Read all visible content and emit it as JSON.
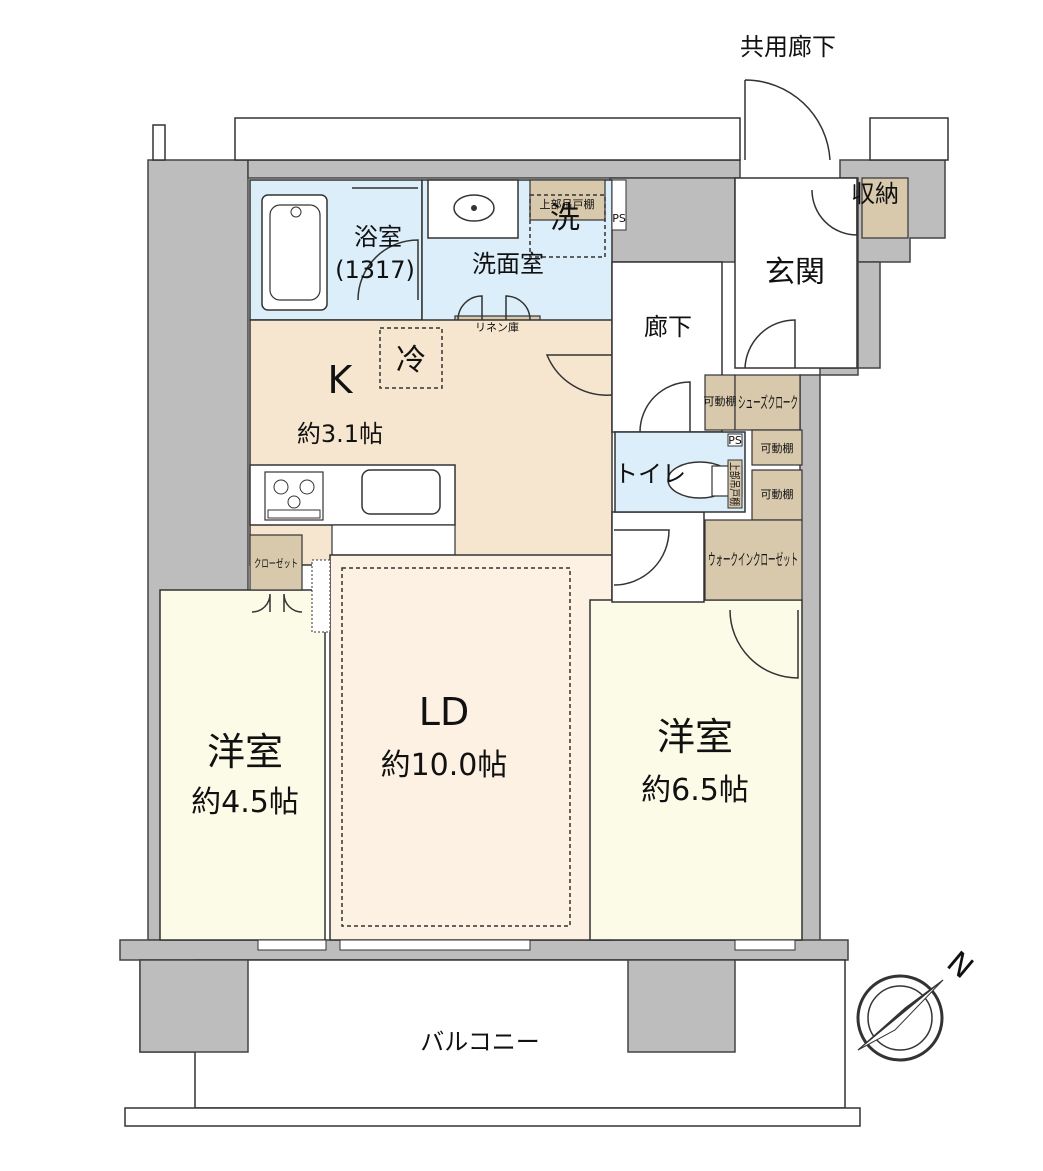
{
  "labels": {
    "common_corridor": "共用廊下",
    "storage": "収納",
    "bathroom": "浴室",
    "bathroom_size": "(1317)",
    "washroom": "洗面室",
    "laundry": "洗",
    "upper_shelf": "上部吊戸棚",
    "ps": "PS",
    "linen": "リネン庫",
    "entrance": "玄関",
    "hallway": "廊下",
    "fridge": "冷",
    "kitchen": "K",
    "kitchen_size": "約3.1帖",
    "shoe_closet": "シューズクローク",
    "movable_shelf_a": "可動棚",
    "movable_shelf_b": "可動棚",
    "movable_shelf_c": "可動棚",
    "toilet": "トイレ",
    "ps2": "PS",
    "toilet_upper": "上部吊戸棚",
    "closet_small": "クローゼット",
    "walkin": "ウォークインクローゼット",
    "ld": "LD",
    "ld_size": "約10.0帖",
    "western_left": "洋室",
    "western_left_size": "約4.5帖",
    "western_right": "洋室",
    "western_right_size": "約6.5帖",
    "balcony": "バルコニー",
    "north": "N"
  },
  "colors": {
    "wall": "#bdbdbd",
    "bath_blue": "#dbeefa",
    "kitchen": "#f6e6cf",
    "ld": "#fcf1e2",
    "western": "#fcfbe8",
    "storage": "#d8c9ad",
    "white": "#ffffff"
  }
}
